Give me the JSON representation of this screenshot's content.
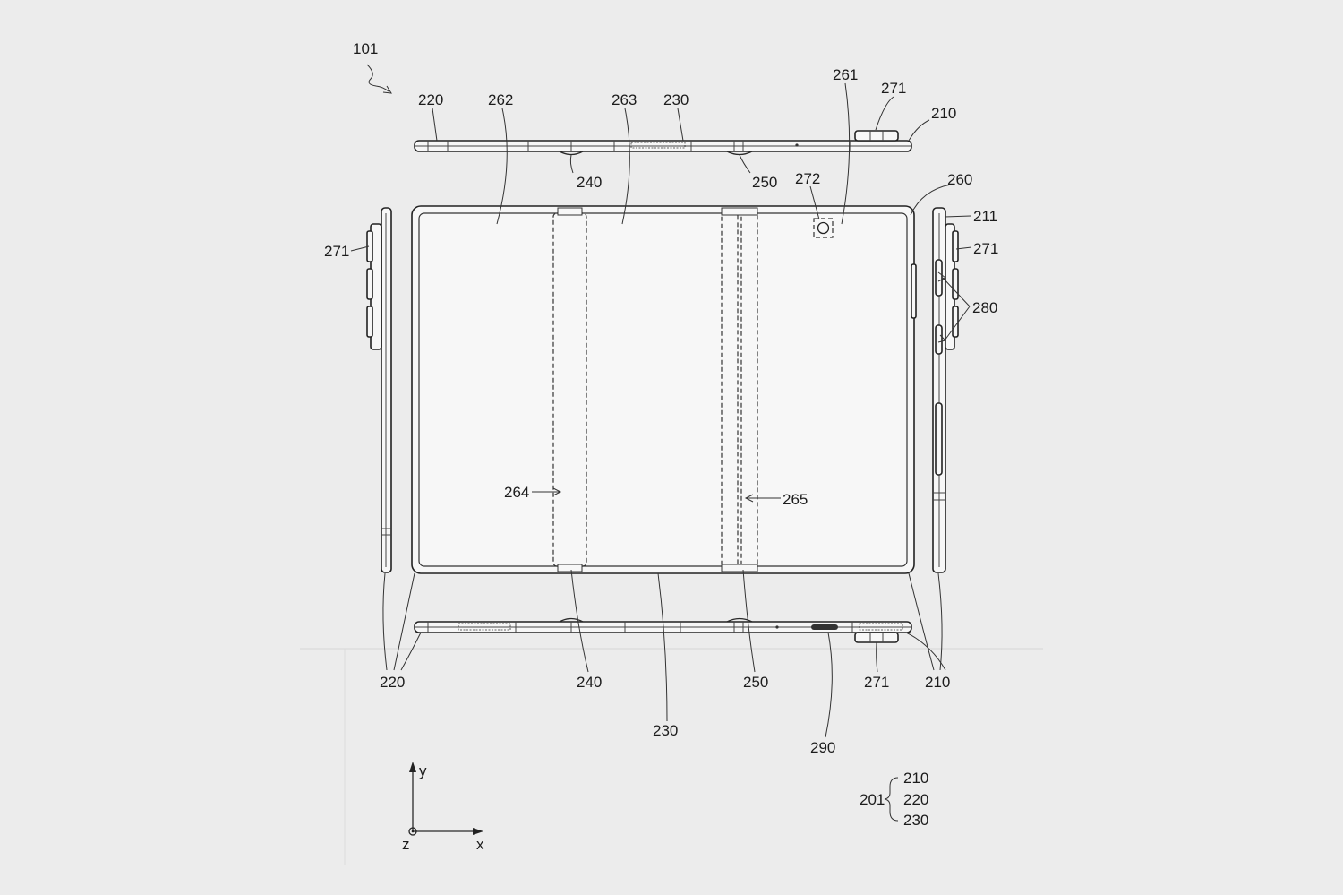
{
  "labels": {
    "device": "101",
    "top_220": "220",
    "top_262": "262",
    "top_263": "263",
    "top_230": "230",
    "top_261": "261",
    "top_271": "271",
    "top_210": "210",
    "top_240": "240",
    "top_250": "250",
    "top_272": "272",
    "top_260": "260",
    "right_211": "211",
    "right_271": "271",
    "right_280": "280",
    "left_271": "271",
    "mid_264": "264",
    "mid_265": "265",
    "bot_220": "220",
    "bot_240": "240",
    "bot_250": "250",
    "bot_271": "271",
    "bot_210": "210",
    "bot_230": "230",
    "bot_290": "290",
    "axis_y": "y",
    "axis_x": "x",
    "axis_z": "z",
    "legend_201": "201",
    "legend_210": "210",
    "legend_220": "220",
    "legend_230": "230"
  },
  "colors": {
    "line": "#2a2a2a",
    "background": "#ececec",
    "panel": "#f7f7f7"
  }
}
